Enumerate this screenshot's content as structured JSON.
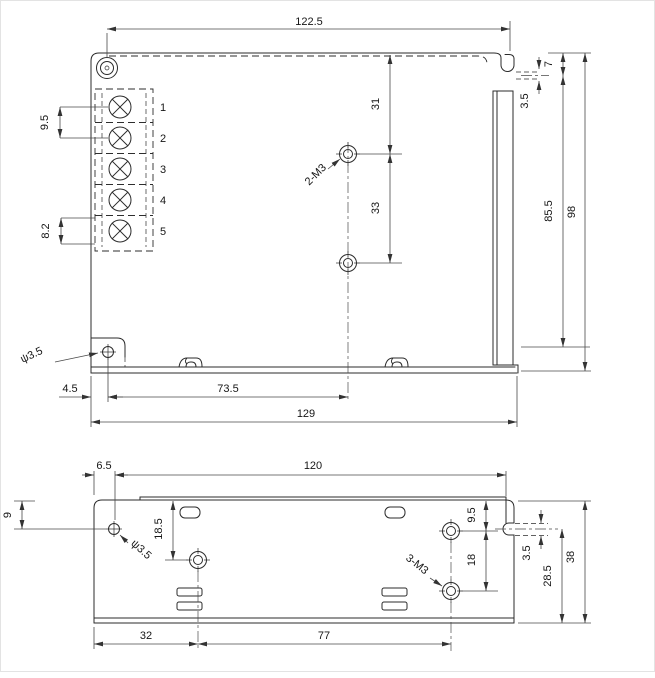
{
  "top_view": {
    "dim_overall_top": "122.5",
    "dim_slot_from_top": "7",
    "dim_slot_width": "3.5",
    "dim_terminal_pitch": "9.5",
    "dim_terminal_pitch_last": "8.2",
    "terminals": [
      "1",
      "2",
      "3",
      "4",
      "5"
    ],
    "dim_hole_to_top": "31",
    "label_mounting_holes": "2-M3",
    "dim_hole_spacing": "33",
    "dim_slot_to_bottom": "85.5",
    "dim_overall_depth": "98",
    "label_corner_hole": "ψ3.5",
    "dim_corner_hole_offset": "4.5",
    "dim_holes_center_offset": "73.5",
    "dim_overall_width": "129"
  },
  "side_view": {
    "dim_hole_offset": "6.5",
    "dim_top_width": "120",
    "dim_hole_from_top": "9",
    "label_side_hole": "ψ3.5",
    "dim_vent_offset": "18.5",
    "dim_hole1_from_top": "9.5",
    "dim_hole_spacing": "18",
    "label_mounting_holes": "3-M3",
    "dim_slot_width": "3.5",
    "dim_slot_to_bottom": "28.5",
    "dim_overall_height": "38",
    "dim_hole1_offset_x": "32",
    "dim_holes_spacing_x": "77"
  }
}
